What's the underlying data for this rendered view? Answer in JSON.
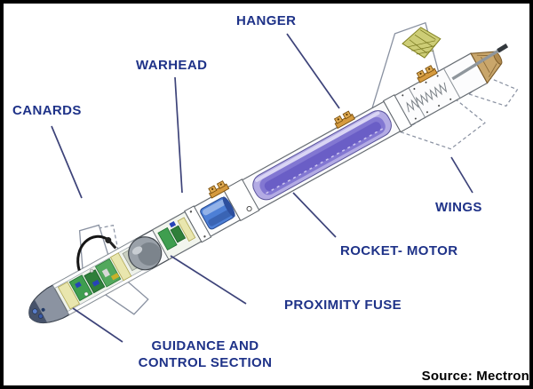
{
  "diagram": {
    "title": "missile cutaway diagram",
    "labels": {
      "canards": "CANARDS",
      "warhead": "WARHEAD",
      "hanger": "HANGER",
      "wings": "WINGS",
      "rocket_motor": "ROCKET- MOTOR",
      "proximity_fuse": "PROXIMITY FUSE",
      "guidance_line1": "GUIDANCE AND",
      "guidance_line2": "CONTROL SECTION"
    },
    "source": "Source: Mectron",
    "colors": {
      "label_text": "#1e3288",
      "leader_line": "#3d4379",
      "source_text": "#000000",
      "border": "#000000",
      "background": "#ffffff",
      "warhead_fill": "#4d7fd6",
      "rocket_motor_fill": "#8277d2",
      "electronics_green": "#3f9e4f",
      "hanger_lug_orange": "#d59a3f",
      "nozzle_tan": "#c9a66b",
      "seeker_gray": "#8b93a1"
    }
  }
}
